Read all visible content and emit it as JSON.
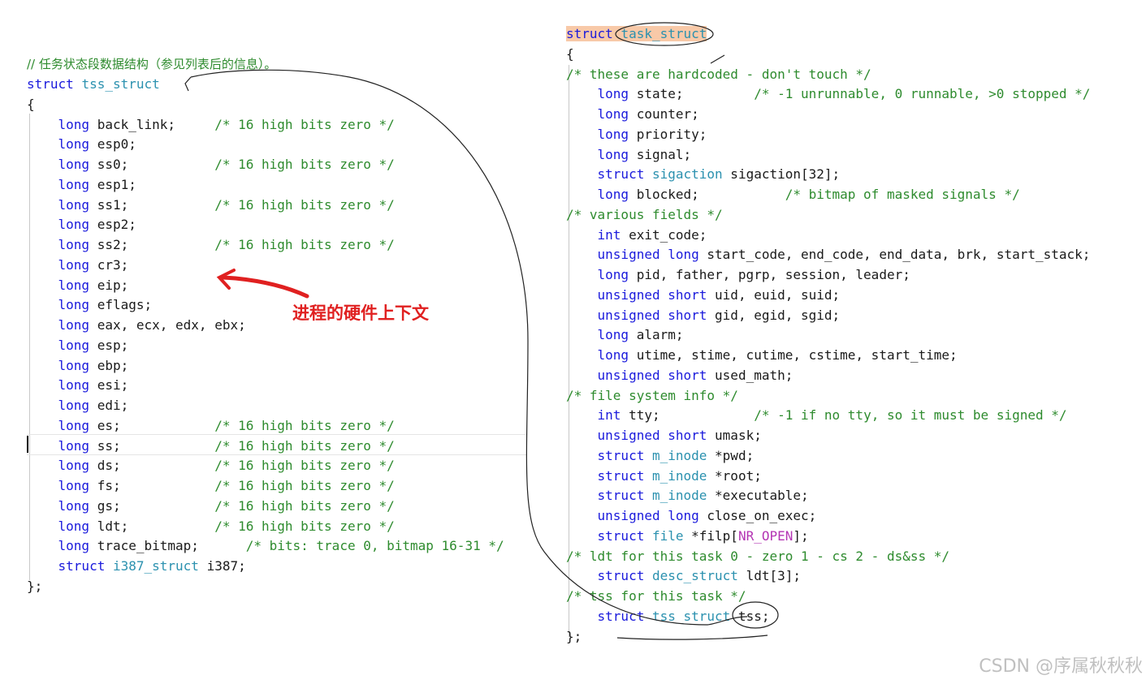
{
  "left": {
    "header_comment": "// 任务状态段数据结构（参见列表后的信息）。",
    "lines": [
      [
        [
          "kw",
          "struct"
        ],
        [
          "txt",
          " "
        ],
        [
          "ty",
          "tss_struct"
        ]
      ],
      [
        [
          "txt",
          "{"
        ]
      ],
      [
        [
          "txt",
          "    "
        ],
        [
          "kw",
          "long"
        ],
        [
          "txt",
          " back_link;     "
        ],
        [
          "cm",
          "/* 16 high bits zero */"
        ]
      ],
      [
        [
          "txt",
          "    "
        ],
        [
          "kw",
          "long"
        ],
        [
          "txt",
          " esp0;"
        ]
      ],
      [
        [
          "txt",
          "    "
        ],
        [
          "kw",
          "long"
        ],
        [
          "txt",
          " ss0;           "
        ],
        [
          "cm",
          "/* 16 high bits zero */"
        ]
      ],
      [
        [
          "txt",
          "    "
        ],
        [
          "kw",
          "long"
        ],
        [
          "txt",
          " esp1;"
        ]
      ],
      [
        [
          "txt",
          "    "
        ],
        [
          "kw",
          "long"
        ],
        [
          "txt",
          " ss1;           "
        ],
        [
          "cm",
          "/* 16 high bits zero */"
        ]
      ],
      [
        [
          "txt",
          "    "
        ],
        [
          "kw",
          "long"
        ],
        [
          "txt",
          " esp2;"
        ]
      ],
      [
        [
          "txt",
          "    "
        ],
        [
          "kw",
          "long"
        ],
        [
          "txt",
          " ss2;           "
        ],
        [
          "cm",
          "/* 16 high bits zero */"
        ]
      ],
      [
        [
          "txt",
          "    "
        ],
        [
          "kw",
          "long"
        ],
        [
          "txt",
          " cr3;"
        ]
      ],
      [
        [
          "txt",
          "    "
        ],
        [
          "kw",
          "long"
        ],
        [
          "txt",
          " eip;"
        ]
      ],
      [
        [
          "txt",
          "    "
        ],
        [
          "kw",
          "long"
        ],
        [
          "txt",
          " eflags;"
        ]
      ],
      [
        [
          "txt",
          "    "
        ],
        [
          "kw",
          "long"
        ],
        [
          "txt",
          " eax, ecx, edx, ebx;"
        ]
      ],
      [
        [
          "txt",
          "    "
        ],
        [
          "kw",
          "long"
        ],
        [
          "txt",
          " esp;"
        ]
      ],
      [
        [
          "txt",
          "    "
        ],
        [
          "kw",
          "long"
        ],
        [
          "txt",
          " ebp;"
        ]
      ],
      [
        [
          "txt",
          "    "
        ],
        [
          "kw",
          "long"
        ],
        [
          "txt",
          " esi;"
        ]
      ],
      [
        [
          "txt",
          "    "
        ],
        [
          "kw",
          "long"
        ],
        [
          "txt",
          " edi;"
        ]
      ],
      [
        [
          "txt",
          "    "
        ],
        [
          "kw",
          "long"
        ],
        [
          "txt",
          " es;            "
        ],
        [
          "cm",
          "/* 16 high bits zero */"
        ]
      ],
      [
        [
          "txt",
          "    "
        ],
        [
          "kw",
          "long"
        ],
        [
          "txt",
          " ss;            "
        ],
        [
          "cm",
          "/* 16 high bits zero */"
        ]
      ],
      [
        [
          "txt",
          "    "
        ],
        [
          "kw",
          "long"
        ],
        [
          "txt",
          " ds;            "
        ],
        [
          "cm",
          "/* 16 high bits zero */"
        ]
      ],
      [
        [
          "txt",
          "    "
        ],
        [
          "kw",
          "long"
        ],
        [
          "txt",
          " fs;            "
        ],
        [
          "cm",
          "/* 16 high bits zero */"
        ]
      ],
      [
        [
          "txt",
          "    "
        ],
        [
          "kw",
          "long"
        ],
        [
          "txt",
          " gs;            "
        ],
        [
          "cm",
          "/* 16 high bits zero */"
        ]
      ],
      [
        [
          "txt",
          "    "
        ],
        [
          "kw",
          "long"
        ],
        [
          "txt",
          " ldt;           "
        ],
        [
          "cm",
          "/* 16 high bits zero */"
        ]
      ],
      [
        [
          "txt",
          "    "
        ],
        [
          "kw",
          "long"
        ],
        [
          "txt",
          " trace_bitmap;      "
        ],
        [
          "cm",
          "/* bits: trace 0, bitmap 16-31 */"
        ]
      ],
      [
        [
          "txt",
          "    "
        ],
        [
          "kw",
          "struct"
        ],
        [
          "txt",
          " "
        ],
        [
          "ty",
          "i387_struct"
        ],
        [
          "txt",
          " i387;"
        ]
      ],
      [
        [
          "txt",
          "};"
        ]
      ]
    ]
  },
  "right": {
    "lines": [
      [
        [
          "kw",
          "struct"
        ],
        [
          "txt",
          " "
        ],
        [
          "ty",
          "task_struct"
        ]
      ],
      [
        [
          "txt",
          "{"
        ]
      ],
      [
        [
          "cm",
          "/* these are hardcoded - don't touch */"
        ]
      ],
      [
        [
          "txt",
          "    "
        ],
        [
          "kw",
          "long"
        ],
        [
          "txt",
          " state;         "
        ],
        [
          "cm",
          "/* -1 unrunnable, 0 runnable, >0 stopped */"
        ]
      ],
      [
        [
          "txt",
          "    "
        ],
        [
          "kw",
          "long"
        ],
        [
          "txt",
          " counter;"
        ]
      ],
      [
        [
          "txt",
          "    "
        ],
        [
          "kw",
          "long"
        ],
        [
          "txt",
          " priority;"
        ]
      ],
      [
        [
          "txt",
          "    "
        ],
        [
          "kw",
          "long"
        ],
        [
          "txt",
          " signal;"
        ]
      ],
      [
        [
          "txt",
          "    "
        ],
        [
          "kw",
          "struct"
        ],
        [
          "txt",
          " "
        ],
        [
          "ty",
          "sigaction"
        ],
        [
          "txt",
          " sigaction[32];"
        ]
      ],
      [
        [
          "txt",
          "    "
        ],
        [
          "kw",
          "long"
        ],
        [
          "txt",
          " blocked;           "
        ],
        [
          "cm",
          "/* bitmap of masked signals */"
        ]
      ],
      [
        [
          "cm",
          "/* various fields */"
        ]
      ],
      [
        [
          "txt",
          "    "
        ],
        [
          "kw",
          "int"
        ],
        [
          "txt",
          " exit_code;"
        ]
      ],
      [
        [
          "txt",
          "    "
        ],
        [
          "kw",
          "unsigned"
        ],
        [
          "txt",
          " "
        ],
        [
          "kw",
          "long"
        ],
        [
          "txt",
          " start_code, end_code, end_data, brk, start_stack;"
        ]
      ],
      [
        [
          "txt",
          "    "
        ],
        [
          "kw",
          "long"
        ],
        [
          "txt",
          " pid, father, pgrp, session, leader;"
        ]
      ],
      [
        [
          "txt",
          "    "
        ],
        [
          "kw",
          "unsigned"
        ],
        [
          "txt",
          " "
        ],
        [
          "kw",
          "short"
        ],
        [
          "txt",
          " uid, euid, suid;"
        ]
      ],
      [
        [
          "txt",
          "    "
        ],
        [
          "kw",
          "unsigned"
        ],
        [
          "txt",
          " "
        ],
        [
          "kw",
          "short"
        ],
        [
          "txt",
          " gid, egid, sgid;"
        ]
      ],
      [
        [
          "txt",
          "    "
        ],
        [
          "kw",
          "long"
        ],
        [
          "txt",
          " alarm;"
        ]
      ],
      [
        [
          "txt",
          "    "
        ],
        [
          "kw",
          "long"
        ],
        [
          "txt",
          " utime, stime, cutime, cstime, start_time;"
        ]
      ],
      [
        [
          "txt",
          "    "
        ],
        [
          "kw",
          "unsigned"
        ],
        [
          "txt",
          " "
        ],
        [
          "kw",
          "short"
        ],
        [
          "txt",
          " used_math;"
        ]
      ],
      [
        [
          "cm",
          "/* file system info */"
        ]
      ],
      [
        [
          "txt",
          "    "
        ],
        [
          "kw",
          "int"
        ],
        [
          "txt",
          " tty;            "
        ],
        [
          "cm",
          "/* -1 if no tty, so it must be signed */"
        ]
      ],
      [
        [
          "txt",
          "    "
        ],
        [
          "kw",
          "unsigned"
        ],
        [
          "txt",
          " "
        ],
        [
          "kw",
          "short"
        ],
        [
          "txt",
          " umask;"
        ]
      ],
      [
        [
          "txt",
          "    "
        ],
        [
          "kw",
          "struct"
        ],
        [
          "txt",
          " "
        ],
        [
          "ty",
          "m_inode"
        ],
        [
          "txt",
          " *pwd;"
        ]
      ],
      [
        [
          "txt",
          "    "
        ],
        [
          "kw",
          "struct"
        ],
        [
          "txt",
          " "
        ],
        [
          "ty",
          "m_inode"
        ],
        [
          "txt",
          " *root;"
        ]
      ],
      [
        [
          "txt",
          "    "
        ],
        [
          "kw",
          "struct"
        ],
        [
          "txt",
          " "
        ],
        [
          "ty",
          "m_inode"
        ],
        [
          "txt",
          " *executable;"
        ]
      ],
      [
        [
          "txt",
          "    "
        ],
        [
          "kw",
          "unsigned"
        ],
        [
          "txt",
          " "
        ],
        [
          "kw",
          "long"
        ],
        [
          "txt",
          " close_on_exec;"
        ]
      ],
      [
        [
          "txt",
          "    "
        ],
        [
          "kw",
          "struct"
        ],
        [
          "txt",
          " "
        ],
        [
          "ty",
          "file"
        ],
        [
          "txt",
          " *filp["
        ],
        [
          "mac",
          "NR_OPEN"
        ],
        [
          "txt",
          "];"
        ]
      ],
      [
        [
          "cm",
          "/* ldt for this task 0 - zero 1 - cs 2 - ds&ss */"
        ]
      ],
      [
        [
          "txt",
          "    "
        ],
        [
          "kw",
          "struct"
        ],
        [
          "txt",
          " "
        ],
        [
          "ty",
          "desc_struct"
        ],
        [
          "txt",
          " ldt[3];"
        ]
      ],
      [
        [
          "cm",
          "/* tss for this task */"
        ]
      ],
      [
        [
          "txt",
          "    "
        ],
        [
          "kw",
          "struct"
        ],
        [
          "txt",
          " "
        ],
        [
          "ty",
          "tss_struct"
        ],
        [
          "txt",
          " tss;"
        ]
      ],
      [
        [
          "txt",
          "};"
        ]
      ]
    ]
  },
  "annotation": "进程的硬件上下文",
  "watermark": "CSDN @序属秋秋秋",
  "colors": {
    "keyword": "#1a1adc",
    "type": "#2b91af",
    "comment": "#2e8b2e",
    "macro": "#b436b4",
    "annotation": "#e02020",
    "task_highlight": "#f8c9a8"
  },
  "icons": [
    "hand-drawn-connector-arrow",
    "red-pointer-arrow"
  ]
}
